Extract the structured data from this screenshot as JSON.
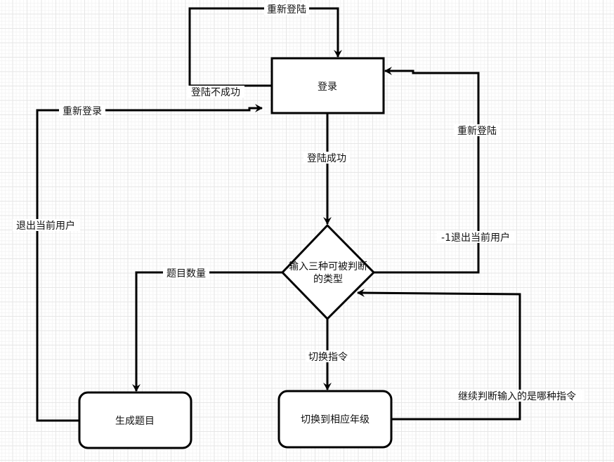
{
  "diagram": {
    "nodes": {
      "login": {
        "label": "登录",
        "shape": "rectangle"
      },
      "decision": {
        "label_line1": "输入三种可被判断",
        "label_line2": "的类型",
        "shape": "diamond"
      },
      "generate": {
        "label": "生成题目",
        "shape": "rounded-rectangle"
      },
      "switch": {
        "label": "切换到相应年级",
        "shape": "rounded-rectangle"
      }
    },
    "edges": {
      "login_fail_retry_top": {
        "label": "重新登陆"
      },
      "login_fail": {
        "label": "登陆不成功"
      },
      "login_success": {
        "label": "登陆成功"
      },
      "relogin_left": {
        "label": "重新登录"
      },
      "logout_left": {
        "label": "退出当前用户"
      },
      "relogin_right": {
        "label": "重新登陆"
      },
      "logout_right": {
        "label": "-1退出当前用户"
      },
      "question_count": {
        "label": "题目数量"
      },
      "switch_command": {
        "label": "切换指令"
      },
      "continue_judge": {
        "label": "继续判断输入的是哪种指令"
      }
    },
    "stroke_color": "#000000",
    "fill_color": "#ffffff"
  }
}
